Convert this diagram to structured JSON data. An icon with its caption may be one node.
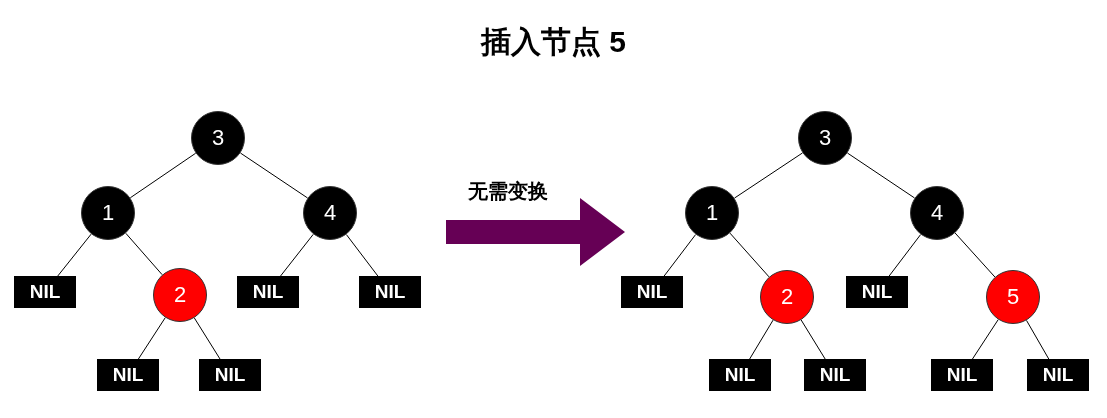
{
  "diagram": {
    "title": "插入节点 5",
    "nodes": [
      {
        "text": [
          "3"
        ]
      },
      {
        "text": [
          "1"
        ]
      },
      {
        "text": [
          "4"
        ]
      },
      {
        "text": [
          "NIL"
        ]
      },
      {
        "text": [
          "2"
        ]
      },
      {
        "text": [
          "NIL"
        ]
      },
      {
        "text": [
          "NIL"
        ]
      },
      {
        "text": [
          "NIL"
        ]
      },
      {
        "text": [
          "NIL"
        ]
      },
      {
        "text": [
          "3"
        ]
      },
      {
        "text": [
          "1"
        ]
      },
      {
        "text": [
          "4"
        ]
      },
      {
        "text": [
          "NIL"
        ]
      },
      {
        "text": [
          "2"
        ]
      },
      {
        "text": [
          "NIL"
        ]
      },
      {
        "text": [
          "5"
        ]
      },
      {
        "text": [
          "NIL"
        ]
      },
      {
        "text": [
          "NIL"
        ]
      },
      {
        "text": [
          "NIL"
        ]
      },
      {
        "text": [
          "NIL"
        ]
      }
    ],
    "edges": [
      {
        "from": 0,
        "to": 1,
        "arrow": "none"
      },
      {
        "from": 0,
        "to": 2,
        "arrow": "none"
      },
      {
        "from": 1,
        "to": 3,
        "arrow": "none"
      },
      {
        "from": 1,
        "to": 4,
        "arrow": "none"
      },
      {
        "from": 2,
        "to": 5,
        "arrow": "none"
      },
      {
        "from": 2,
        "to": 6,
        "arrow": "none"
      },
      {
        "from": 4,
        "to": 7,
        "arrow": "none"
      },
      {
        "from": 4,
        "to": 8,
        "arrow": "none"
      },
      {
        "from": 9,
        "to": 10,
        "arrow": "none"
      },
      {
        "from": 9,
        "to": 11,
        "arrow": "none"
      },
      {
        "from": 10,
        "to": 12,
        "arrow": "none"
      },
      {
        "from": 10,
        "to": 13,
        "arrow": "none"
      },
      {
        "from": 11,
        "to": 14,
        "arrow": "none"
      },
      {
        "from": 11,
        "to": 15,
        "arrow": "none"
      },
      {
        "from": 13,
        "to": 16,
        "arrow": "none"
      },
      {
        "from": 13,
        "to": 17,
        "arrow": "none"
      },
      {
        "from": 15,
        "to": 18,
        "arrow": "none"
      },
      {
        "from": 15,
        "to": 19,
        "arrow": "none"
      }
    ],
    "labels": [
      "无需变换"
    ]
  }
}
